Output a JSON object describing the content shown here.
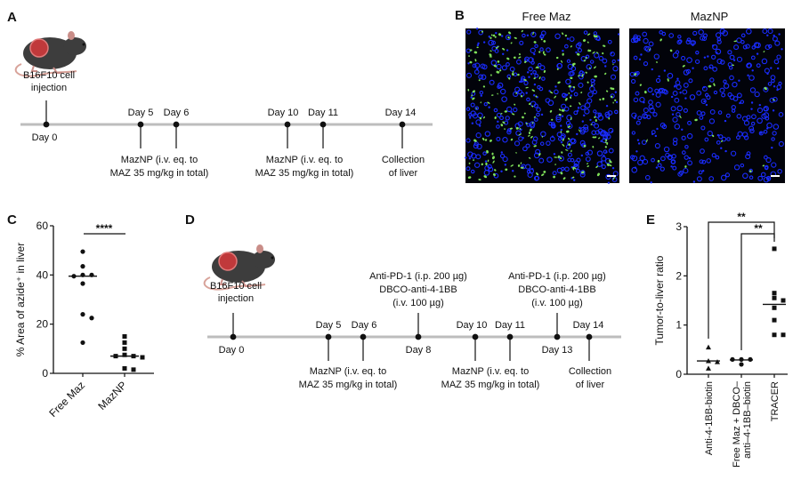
{
  "panels": {
    "a": {
      "label": "A",
      "injection": [
        "B16F10 cell",
        "injection"
      ],
      "days": [
        "Day 0",
        "Day 5",
        "Day 6",
        "Day 10",
        "Day 11",
        "Day 14"
      ],
      "dose1": [
        "MazNP (i.v. eq. to",
        "MAZ 35 mg/kg in total)"
      ],
      "dose2": [
        "MazNP (i.v. eq. to",
        "MAZ 35 mg/kg in total)"
      ],
      "collection": [
        "Collection",
        "of liver"
      ]
    },
    "b": {
      "label": "B",
      "left_title": "Free Maz",
      "right_title": "MazNP"
    },
    "c": {
      "label": "C"
    },
    "d": {
      "label": "D",
      "injection": [
        "B16F10 cell",
        "injection"
      ],
      "days": [
        "Day 0",
        "Day 5",
        "Day 6",
        "Day 8",
        "Day 10",
        "Day 11",
        "Day 13",
        "Day 14"
      ],
      "treat1": [
        "Anti-PD-1 (i.p. 200 µg)",
        "DBCO-anti-4-1BB",
        "(i.v. 100 µg)"
      ],
      "treat2": [
        "Anti-PD-1 (i.p. 200 µg)",
        "DBCO-anti-4-1BB",
        "(i.v. 100 µg)"
      ],
      "dose1": [
        "MazNP (i.v. eq. to",
        "MAZ 35 mg/kg in total)"
      ],
      "dose2": [
        "MazNP (i.v. eq. to",
        "MAZ 35 mg/kg in total)"
      ],
      "collection": [
        "Collection",
        "of liver"
      ]
    },
    "e": {
      "label": "E"
    }
  },
  "colors": {
    "nuclei": "#1a2cff",
    "azide": "#7fe05a",
    "timeline": "#bdbdbd",
    "tumor": "#c0393b",
    "mouse": "#3d3d3d"
  },
  "chart_data": [
    {
      "type": "scatter",
      "ylabel": "% Area of azide⁺ in liver",
      "categories": [
        "Free Maz",
        "MazNP"
      ],
      "ylim": [
        0,
        60
      ],
      "yticks": [
        "0",
        "20",
        "40",
        "60"
      ],
      "series": [
        {
          "category": "Free Maz",
          "marker": "circle",
          "values": [
            49.5,
            43.5,
            40,
            40,
            39.5,
            36.5,
            24,
            22.5,
            12.5
          ],
          "median": 39.5
        },
        {
          "category": "MazNP",
          "marker": "square",
          "values": [
            15,
            12.5,
            10,
            7.5,
            7,
            7,
            6.5,
            2,
            1.5
          ],
          "median": 7
        }
      ],
      "significance": [
        {
          "from": "Free Maz",
          "to": "MazNP",
          "label": "****"
        }
      ]
    },
    {
      "type": "scatter",
      "ylabel": "Tumor-to-liver ratio",
      "categories": [
        "Anti-4-1BB-biotin",
        "Free Maz + DBCO–\nanti–4-1BB–biotin",
        "TRACER"
      ],
      "category_lines": [
        [
          "Anti-4-1BB-biotin"
        ],
        [
          "Free Maz + DBCO–",
          "anti–4-1BB–biotin"
        ],
        [
          "TRACER"
        ]
      ],
      "ylim": [
        0,
        3
      ],
      "yticks": [
        "0",
        "1",
        "2",
        "3"
      ],
      "series": [
        {
          "category": "Anti-4-1BB-biotin",
          "marker": "triangle",
          "values": [
            0.55,
            0.27,
            0.25,
            0.12
          ],
          "median": 0.27
        },
        {
          "category": "Free Maz + DBCO–anti–4-1BB–biotin",
          "marker": "circle",
          "values": [
            0.3,
            0.3,
            0.3,
            0.2
          ],
          "median": 0.29
        },
        {
          "category": "TRACER",
          "marker": "square",
          "values": [
            2.55,
            1.65,
            1.55,
            1.5,
            1.35,
            1.1,
            0.8,
            0.8
          ],
          "median": 1.42
        }
      ],
      "significance": [
        {
          "from": "Anti-4-1BB-biotin",
          "to": "TRACER",
          "label": "**"
        },
        {
          "from": "Free Maz + DBCO–anti–4-1BB–biotin",
          "to": "TRACER",
          "label": "**"
        }
      ]
    }
  ]
}
